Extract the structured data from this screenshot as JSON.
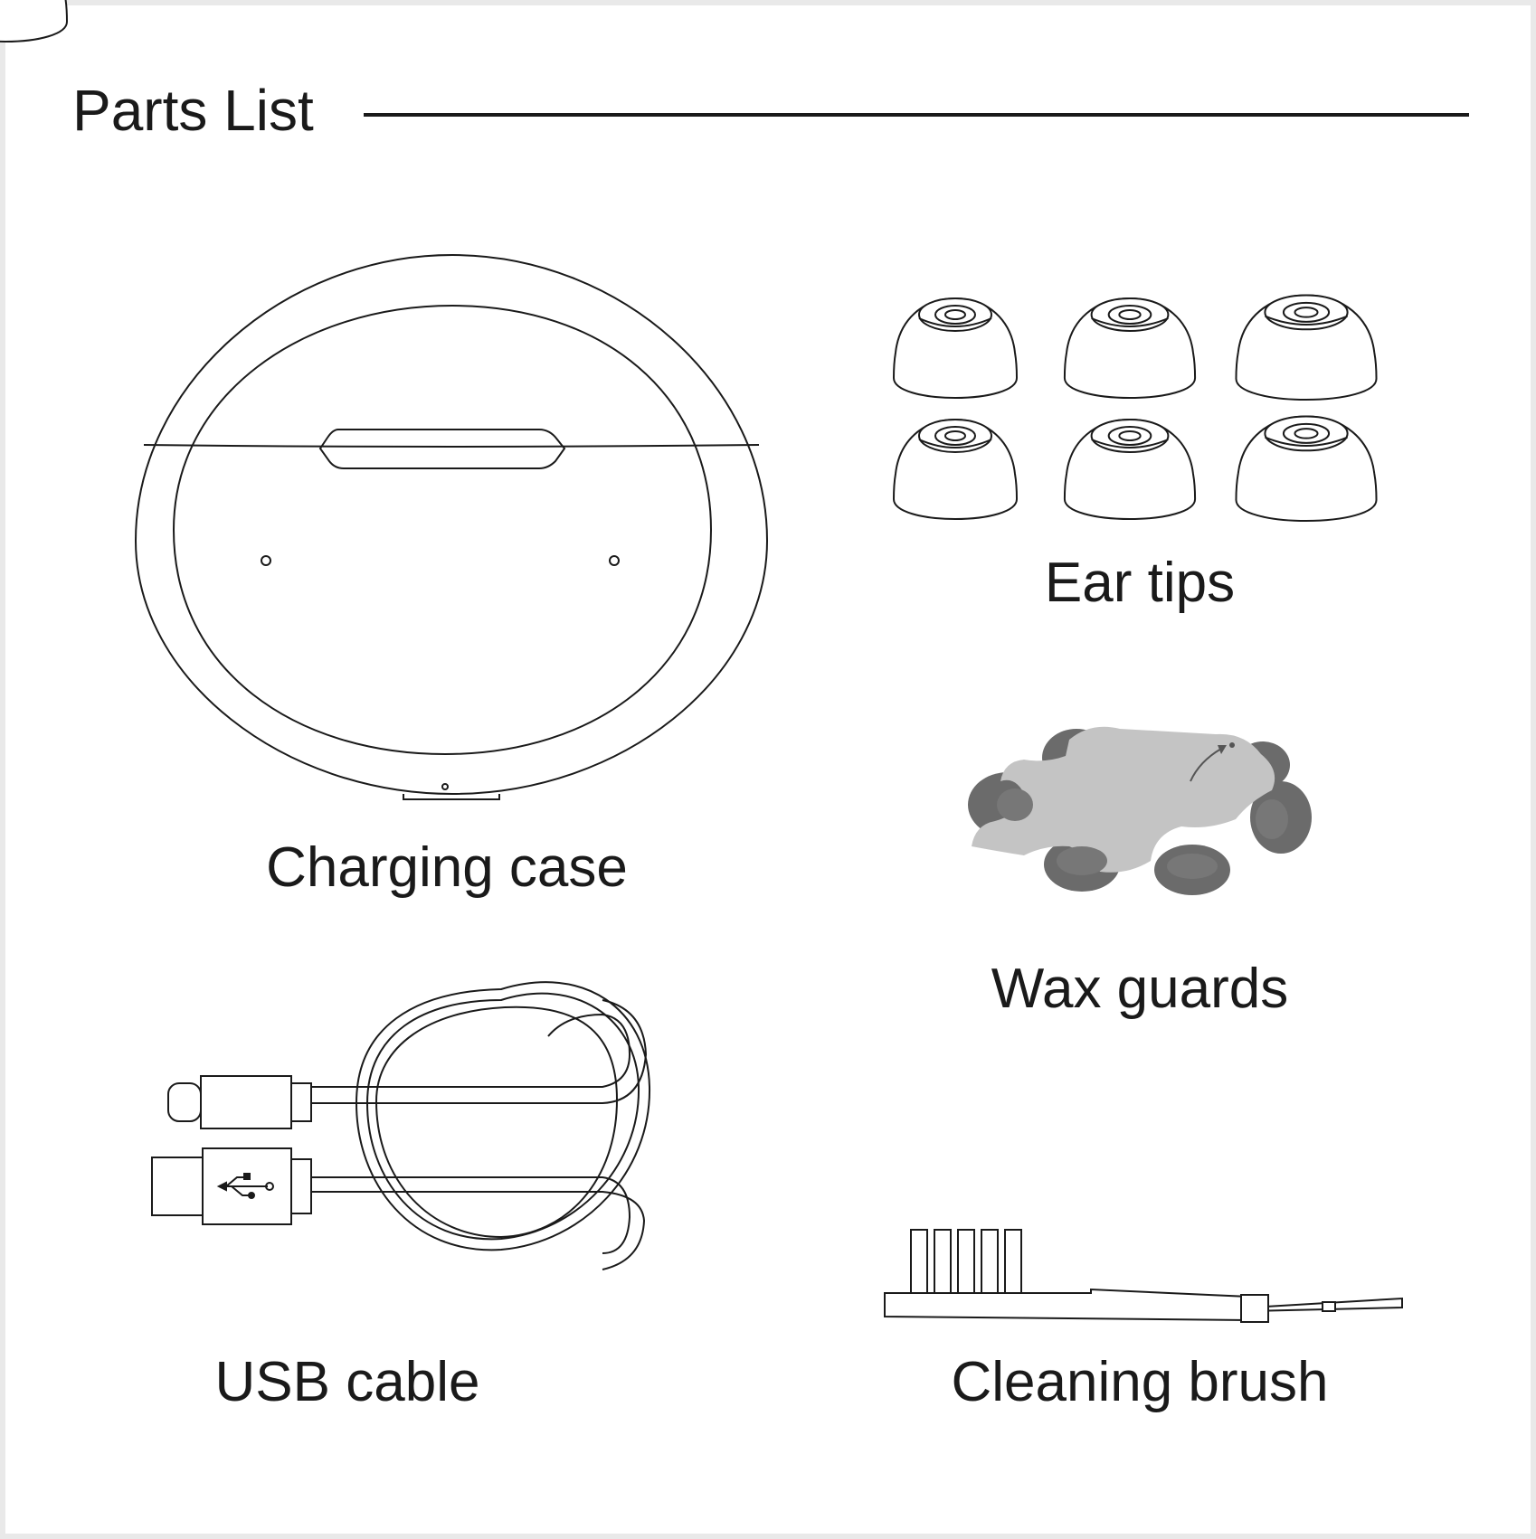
{
  "title": "Parts List",
  "parts": [
    {
      "id": "charging-case",
      "label": "Charging case"
    },
    {
      "id": "ear-tips",
      "label": "Ear tips"
    },
    {
      "id": "wax-guards",
      "label": "Wax guards"
    },
    {
      "id": "usb-cable",
      "label": "USB cable"
    },
    {
      "id": "cleaning-brush",
      "label": "Cleaning brush"
    }
  ],
  "icons": [
    "charging-case-illustration",
    "ear-tip-icon",
    "wax-guard-icon",
    "usb-c-connector-icon",
    "usb-a-connector-icon",
    "usb-symbol-icon",
    "cleaning-brush-icon"
  ]
}
